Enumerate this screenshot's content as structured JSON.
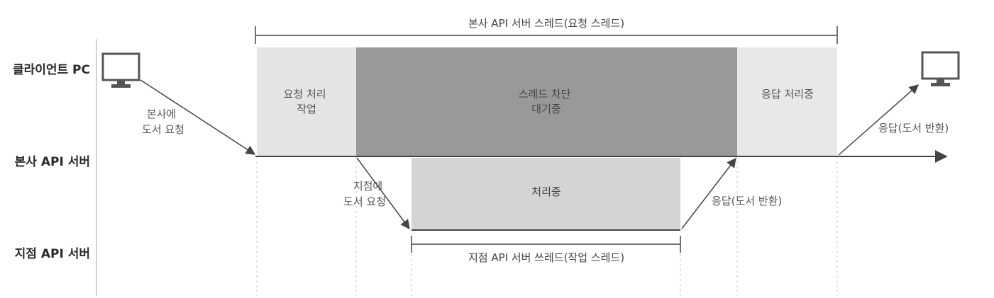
{
  "lanes": {
    "client": "클라이언트 PC",
    "main_server": "본사 API 서버",
    "branch_server": "지점 API 서버"
  },
  "main_thread_label": "본사 API 서버 스레드(요청 스레드)",
  "branch_thread_label": "지점 API 서버 쓰레드(작업 스레드)",
  "blocks": {
    "request_processing": [
      "요청 처리",
      "작업"
    ],
    "thread_blocked": [
      "스레드 차단",
      "대기중"
    ],
    "response_processing": "응답 처리중",
    "branch_processing": "처리중"
  },
  "messages": {
    "client_request": [
      "본사에",
      "도서 요청"
    ],
    "branch_request": [
      "지점에",
      "도서 요청"
    ],
    "branch_response": "응답(도서 반환)",
    "final_response": "응답(도서 반환)"
  }
}
